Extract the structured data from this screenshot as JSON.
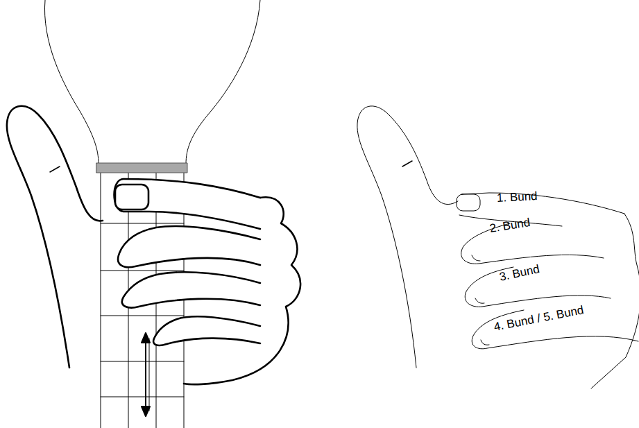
{
  "diagram": {
    "labels": [
      "1. Bund",
      "2. Bund",
      "3. Bund",
      "4. Bund / 5. Bund"
    ]
  }
}
